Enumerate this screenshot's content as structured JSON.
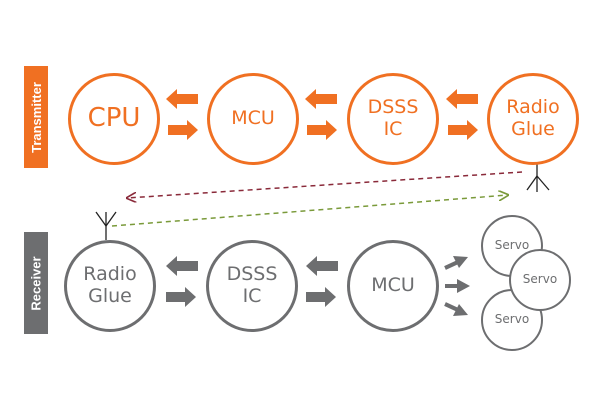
{
  "colors": {
    "transmitter": "#f07022",
    "receiver": "#6d6e70",
    "link_forward": "#7a9a3a",
    "link_return": "#8a2a3a",
    "antenna": "#222222"
  },
  "labels": {
    "transmitter": "Transmitter",
    "receiver": "Receiver"
  },
  "transmitter_nodes": {
    "cpu": "CPU",
    "mcu": "MCU",
    "dsss": "DSSS\nIC",
    "radio": "Radio\nGlue"
  },
  "receiver_nodes": {
    "radio": "Radio\nGlue",
    "dsss": "DSSS\nIC",
    "mcu": "MCU",
    "servos": [
      "Servo",
      "Servo",
      "Servo"
    ]
  },
  "icons": [
    "antenna-icon",
    "arrow-left-icon",
    "arrow-right-icon"
  ]
}
